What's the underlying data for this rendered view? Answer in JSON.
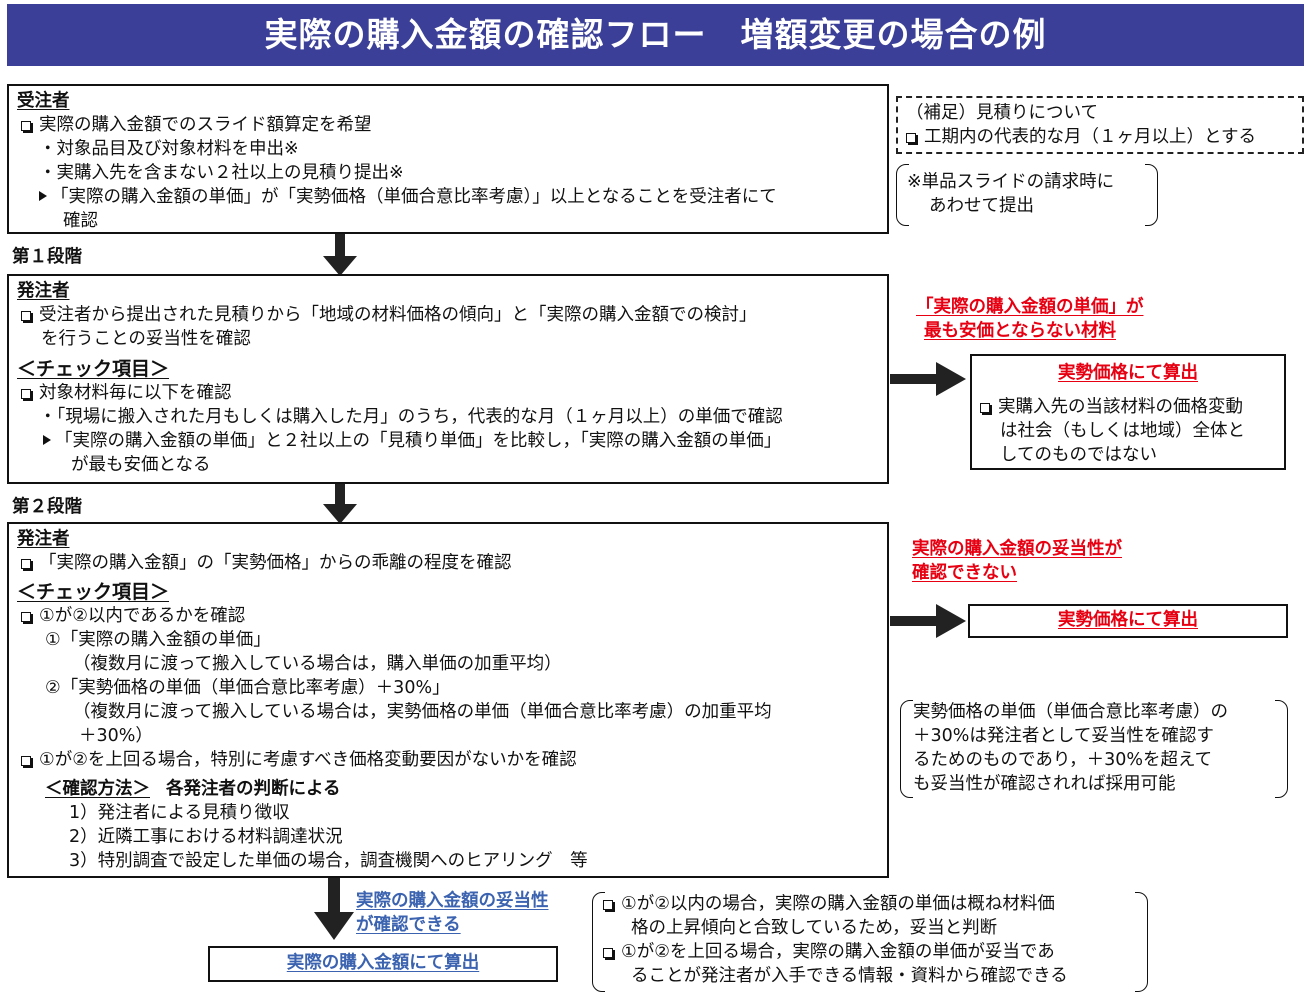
{
  "title": "実際の購入金額の確認フロー　増額変更の場合の例",
  "contractor": {
    "heading": "受注者",
    "lines": [
      "実際の購入金額でのスライド額算定を希望",
      "・対象品目及び対象材料を申出※",
      "・実購入先を含まない２社以上の見積り提出※",
      "「実際の購入金額の単価」が「実勢価格（単価合意比率考慮）」以上となることを受注者にて",
      "確認"
    ]
  },
  "supplement": {
    "line1": "（補足）見積りについて",
    "line2": "工期内の代表的な月（１ヶ月以上）とする"
  },
  "note_star": {
    "line1": "※単品スライドの請求時に",
    "line2": "あわせて提出"
  },
  "stage1": {
    "label": "第１段階",
    "heading": "発注者",
    "line1": "受注者から提出された見積りから「地域の材料価格の傾向」と「実際の購入金額での検討」",
    "line2": "を行うことの妥当性を確認",
    "check_heading": "＜チェック項目＞",
    "check1": "対象材料毎に以下を確認",
    "check2": "・「現場に搬入された月もしくは購入した月」のうち，代表的な月（１ヶ月以上）の単価で確認",
    "check3": "「実際の購入金額の単価」と２社以上の「見積り単価」を比較し，「実際の購入金額の単価」",
    "check4": "が最も安価となる",
    "side_red1": "「実際の購入金額の単価」が",
    "side_red2": "最も安価とならない材料",
    "result_title": "実勢価格にて算出",
    "result1": "実購入先の当該材料の価格変動",
    "result2": "は社会（もしくは地域）全体と",
    "result3": "してのものではない"
  },
  "stage2": {
    "label": "第２段階",
    "heading": "発注者",
    "line1": "「実際の購入金額」の「実勢価格」からの乖離の程度を確認",
    "check_heading": "＜チェック項目＞",
    "c1": "①が②以内であるかを確認",
    "c2": "①「実際の購入金額の単価」",
    "c3": "（複数月に渡って搬入している場合は，購入単価の加重平均）",
    "c4": "②「実勢価格の単価（単価合意比率考慮）＋30%」",
    "c5": "（複数月に渡って搬入している場合は，実勢価格の単価（単価合意比率考慮）の加重平均",
    "c6": "＋30%）",
    "c7": "①が②を上回る場合，特別に考慮すべき価格変動要因がないかを確認",
    "method_label": "＜確認方法＞",
    "method_text": "各発注者の判断による",
    "m1": "1）発注者による見積り徴収",
    "m2": "2）近隣工事における材料調達状況",
    "m3": "3）特別調査で設定した単価の場合，調査機関へのヒアリング　等",
    "side_red1": "実際の購入金額の妥当性が",
    "side_red2": "確認できない",
    "result_title": "実勢価格にて算出",
    "note1": "実勢価格の単価（単価合意比率考慮）の",
    "note2": "＋30%は発注者として妥当性を確認す",
    "note3": "るためのものであり，＋30%を超えて",
    "note4": "も妥当性が確認されれば採用可能"
  },
  "final": {
    "blue1": "実際の購入金額の妥当性",
    "blue2": "が確認できる",
    "result": "実際の購入金額にて算出",
    "n1": "①が②以内の場合，実際の購入金額の単価は概ね材料価",
    "n2": "格の上昇傾向と合致しているため，妥当と判断",
    "n3": "①が②を上回る場合，実際の購入金額の単価が妥当であ",
    "n4": "ることが発注者が入手できる情報・資料から確認できる"
  },
  "colors": {
    "banner": "#3b3f97",
    "red": "#e60012",
    "blue": "#3b63b0"
  },
  "icons": [
    "checkbox-icon",
    "triangle-bullet-icon",
    "down-arrow-icon",
    "right-arrow-icon"
  ]
}
